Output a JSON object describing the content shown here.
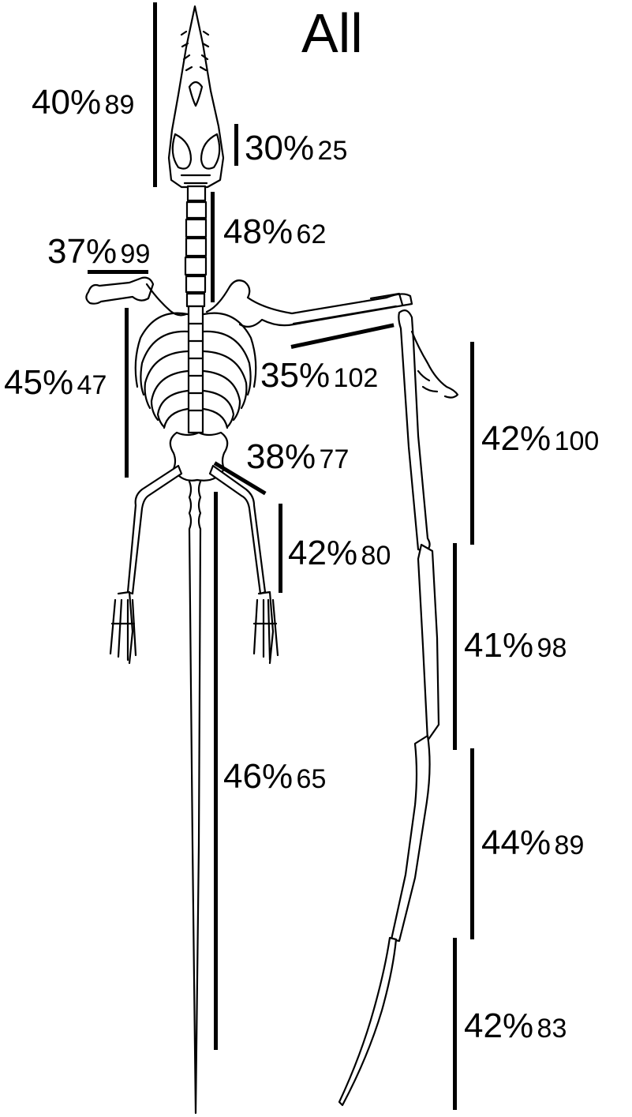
{
  "title": "All",
  "segments": [
    {
      "id": "skull",
      "percent": "40%",
      "count": "89"
    },
    {
      "id": "skull-posterior",
      "percent": "30%",
      "count": "25"
    },
    {
      "id": "neck",
      "percent": "48%",
      "count": "62"
    },
    {
      "id": "humerus",
      "percent": "37%",
      "count": "99"
    },
    {
      "id": "torso",
      "percent": "45%",
      "count": "47"
    },
    {
      "id": "forearm",
      "percent": "35%",
      "count": "102"
    },
    {
      "id": "wing-phalanx-1",
      "percent": "42%",
      "count": "100"
    },
    {
      "id": "femur",
      "percent": "38%",
      "count": "77"
    },
    {
      "id": "tibia",
      "percent": "42%",
      "count": "80"
    },
    {
      "id": "wing-phalanx-2",
      "percent": "41%",
      "count": "98"
    },
    {
      "id": "tail",
      "percent": "46%",
      "count": "65"
    },
    {
      "id": "wing-phalanx-3",
      "percent": "44%",
      "count": "89"
    },
    {
      "id": "wing-phalanx-4",
      "percent": "42%",
      "count": "83"
    }
  ]
}
